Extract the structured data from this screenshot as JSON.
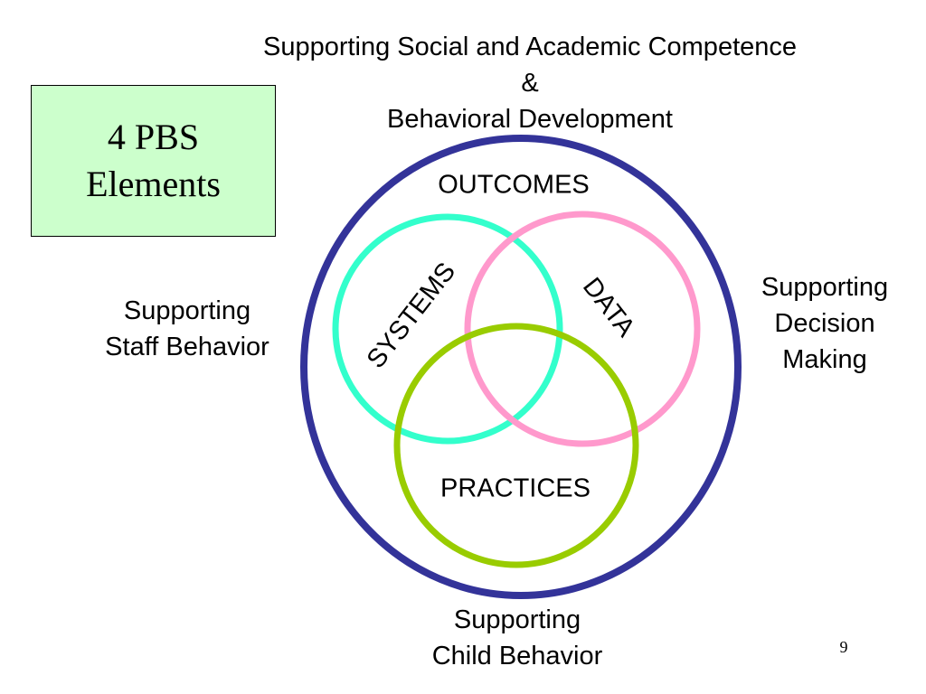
{
  "title_box": {
    "line1": "4 PBS",
    "line2": "Elements",
    "background": "#ccffcc"
  },
  "labels": {
    "top": [
      "Supporting Social and Academic Competence",
      "&",
      "Behavioral Development"
    ],
    "left": [
      "Supporting",
      "Staff Behavior"
    ],
    "right": [
      "Supporting",
      "Decision",
      "Making"
    ],
    "bottom": [
      "Supporting",
      "Child Behavior"
    ]
  },
  "elements": {
    "outcomes": {
      "label": "OUTCOMES",
      "color": "#333399"
    },
    "systems": {
      "label": "SYSTEMS",
      "color": "#33ffcc"
    },
    "data": {
      "label": "DATA",
      "color": "#ff99cc"
    },
    "practices": {
      "label": "PRACTICES",
      "color": "#99cc00"
    }
  },
  "page_number": "9"
}
